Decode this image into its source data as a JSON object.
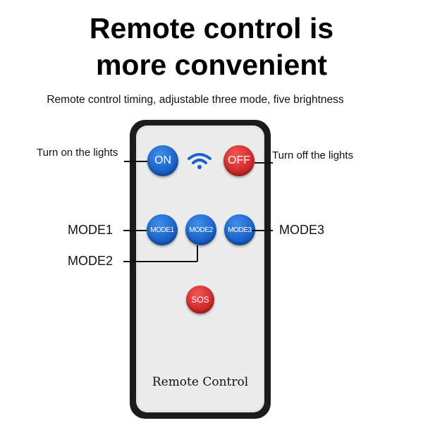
{
  "title_line1": "Remote control is",
  "title_line2": "more convenient",
  "subtitle": "Remote control timing, adjustable three mode, five brightness",
  "remote": {
    "buttons": {
      "on": "ON",
      "off": "OFF",
      "mode1": "MODE1",
      "mode2": "MODE2",
      "mode3": "MODE3",
      "sos": "SOS"
    },
    "brand": "Remote Control"
  },
  "callouts": {
    "on": "Turn on the lights",
    "off": "Turn off the lights",
    "mode1": "MODE1",
    "mode2": "MODE2",
    "mode3": "MODE3"
  },
  "colors": {
    "blue": "#1a62c9",
    "red": "#d12b2b",
    "body": "#1b1b1b",
    "face": "#ececec"
  },
  "icons": {
    "signal": "wifi-signal-icon"
  }
}
